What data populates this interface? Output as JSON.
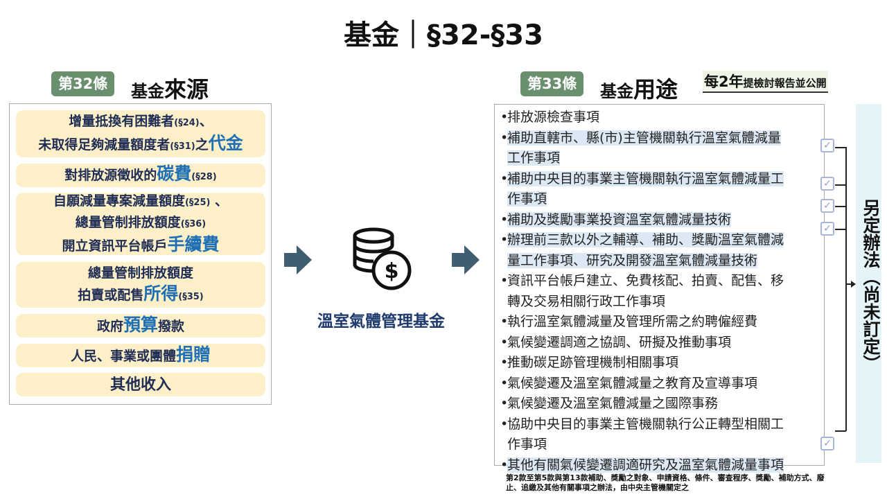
{
  "title": "基金｜§32-§33",
  "left": {
    "badge": "第32條",
    "heading_small": "基金",
    "heading_big": "來源",
    "sources": [
      {
        "l1a": "增量抵換有困難者",
        "l1b": "(§24)",
        "l1c": "、",
        "l2a": "未取得足夠減量額度者",
        "l2b": "(§31)",
        "l2c": "之",
        "hl": "代金"
      },
      {
        "a": "對排放源徵收的",
        "hl": "碳費",
        "b": "(§28)"
      },
      {
        "l1a": "自願減量專案減量額度",
        "l1b": "(§25)",
        "l1c": " 、",
        "l2a": "總量管制排放額度",
        "l2b": "(§36)",
        "l3a": "開立資訊平台帳戶",
        "hl": "手續費"
      },
      {
        "l1": "總量管制排放額度",
        "l2a": "拍賣或配售",
        "hl": "所得",
        "l2b": "(§35)"
      },
      {
        "a": "政府",
        "hl": "預算",
        "b": "撥款"
      },
      {
        "a": "人民、事業或團體",
        "hl": "捐贈"
      },
      {
        "a": "其他收入"
      }
    ]
  },
  "middle": {
    "icon": "coins-dollar-icon",
    "label": "溫室氣體管理基金"
  },
  "right": {
    "badge": "第33條",
    "heading_small": "基金",
    "heading_big": "用途",
    "biennial_big": "每2年",
    "biennial_small": "提檢討報告並公開",
    "uses": [
      {
        "lines": [
          "排放源檢查事項"
        ],
        "checked": false
      },
      {
        "lines": [
          "補助直轄市、縣(市)主管機關執行溫室氣體減量",
          "工作事項"
        ],
        "checked": true
      },
      {
        "lines": [
          "補助中央目的事業主管機關執行溫室氣體減量工",
          "作事項"
        ],
        "checked": true
      },
      {
        "lines": [
          "補助及獎勵事業投資溫室氣體減量技術"
        ],
        "checked": true
      },
      {
        "lines": [
          "辦理前三款以外之輔導、補助、獎勵溫室氣體減",
          "量工作事項、研究及開發溫室氣體減量技術"
        ],
        "checked": true
      },
      {
        "lines": [
          "資訊平台帳戶建立、免費核配、拍賣、配售、移",
          "轉及交易相關行政工作事項"
        ],
        "checked": false
      },
      {
        "lines": [
          "執行溫室氣體減量及管理所需之約聘僱經費"
        ],
        "checked": false
      },
      {
        "lines": [
          "氣候變遷調適之協調、研擬及推動事項"
        ],
        "checked": false
      },
      {
        "lines": [
          "推動碳足跡管理機制相關事項"
        ],
        "checked": false
      },
      {
        "lines": [
          "氣候變遷及溫室氣體減量之教育及宣導事項"
        ],
        "checked": false
      },
      {
        "lines": [
          "氣候變遷及溫室氣體減量之國際事務"
        ],
        "checked": false
      },
      {
        "lines": [
          "協助中央目的事業主管機關執行公正轉型相關工",
          "作事項"
        ],
        "checked": false
      },
      {
        "lines": [
          "其他有關氣候變遷調適研究及溫室氣體減量事項"
        ],
        "checked": true
      }
    ],
    "side_label": "另定辦法（尚未訂定）",
    "note": "第2款至第5款與第13款補助、獎勵之對象、申請資格、條件、審查程序、獎勵、補助方式、廢止、追繳及其他有關事項之辦法，由中央主管機關定之"
  },
  "colors": {
    "badge": "#6a8f6e",
    "source_bg": "#fdf0c9",
    "highlight": "#1f6fb5",
    "navy": "#1f2d55",
    "use_highlight": "#dde8f5",
    "side_bg": "#e5f4f8"
  }
}
